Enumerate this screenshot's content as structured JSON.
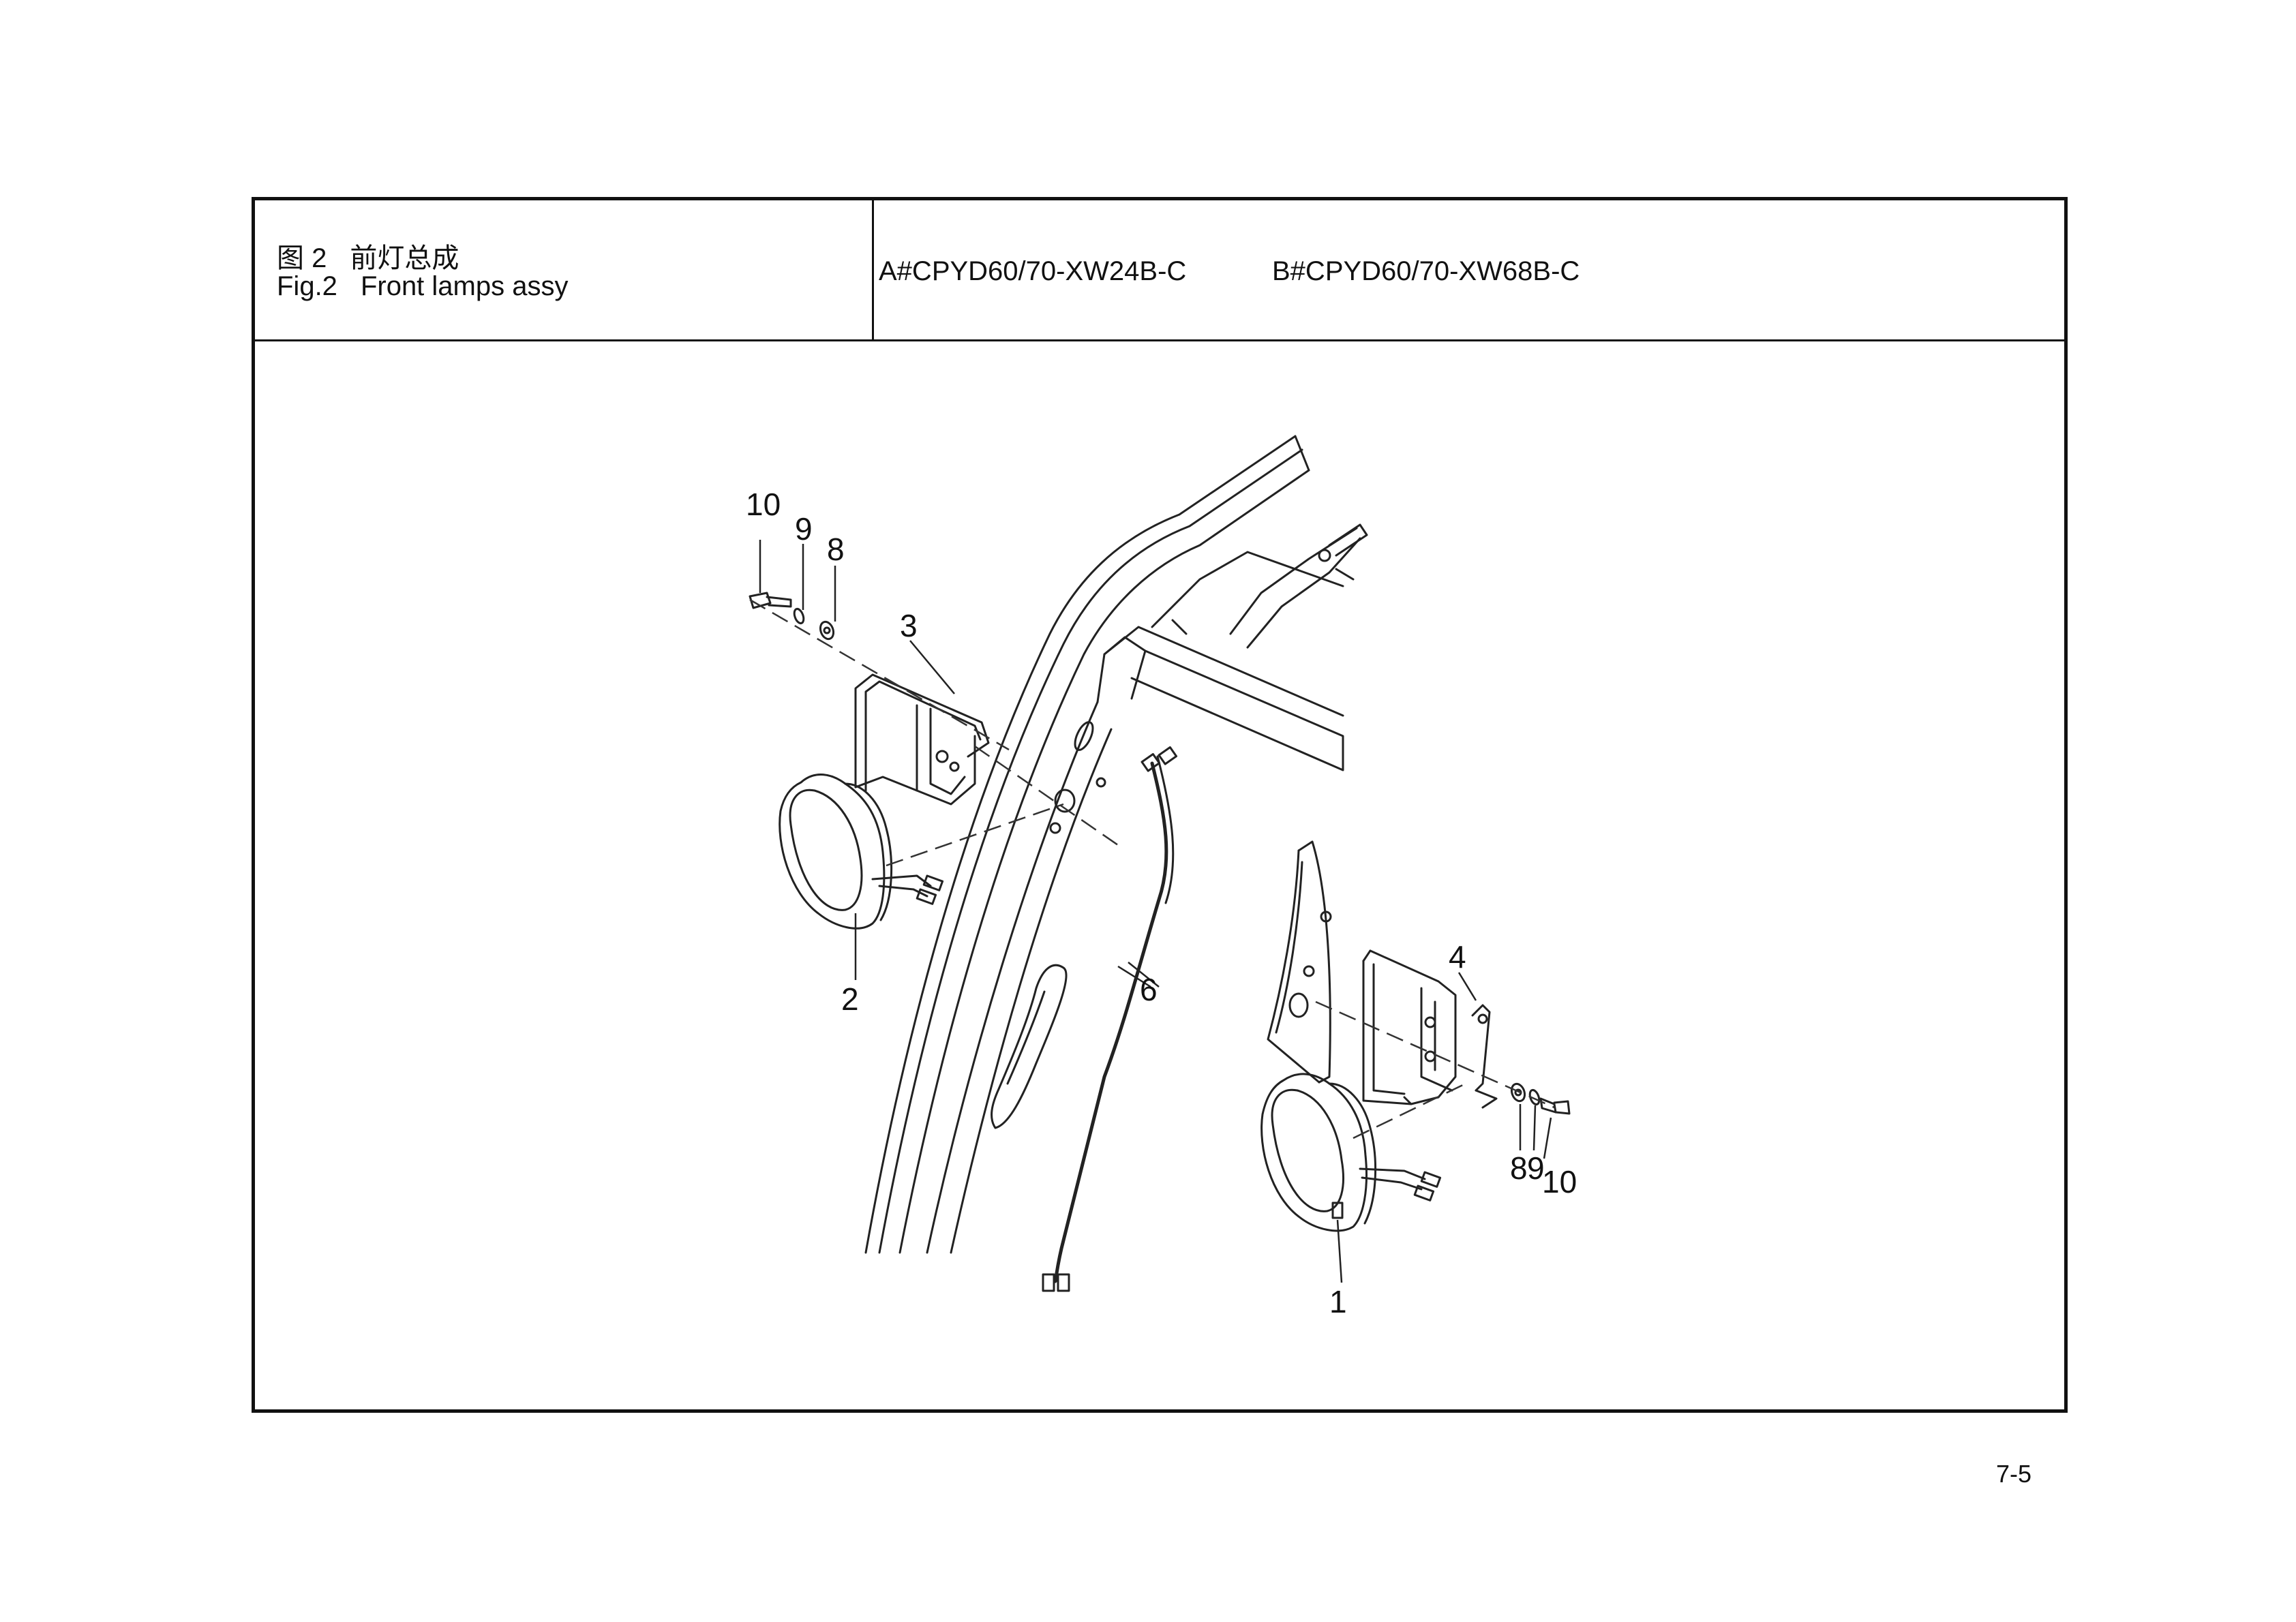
{
  "header": {
    "title_cn_fig": "图 2",
    "title_cn": "前灯总成",
    "title_en_fig": "Fig.2",
    "title_en": "Front lamps assy",
    "model_a": "A#CPYD60/70-XW24B-C",
    "model_b": "B#CPYD60/70-XW68B-C"
  },
  "callouts": {
    "c1": "1",
    "c2": "2",
    "c3": "3",
    "c4": "4",
    "c6": "6",
    "c8_left": "8",
    "c9_left": "9",
    "c10_left": "10",
    "c8_right": "8",
    "c9_right": "9",
    "c10_right": "10"
  },
  "page_number": "7-5"
}
